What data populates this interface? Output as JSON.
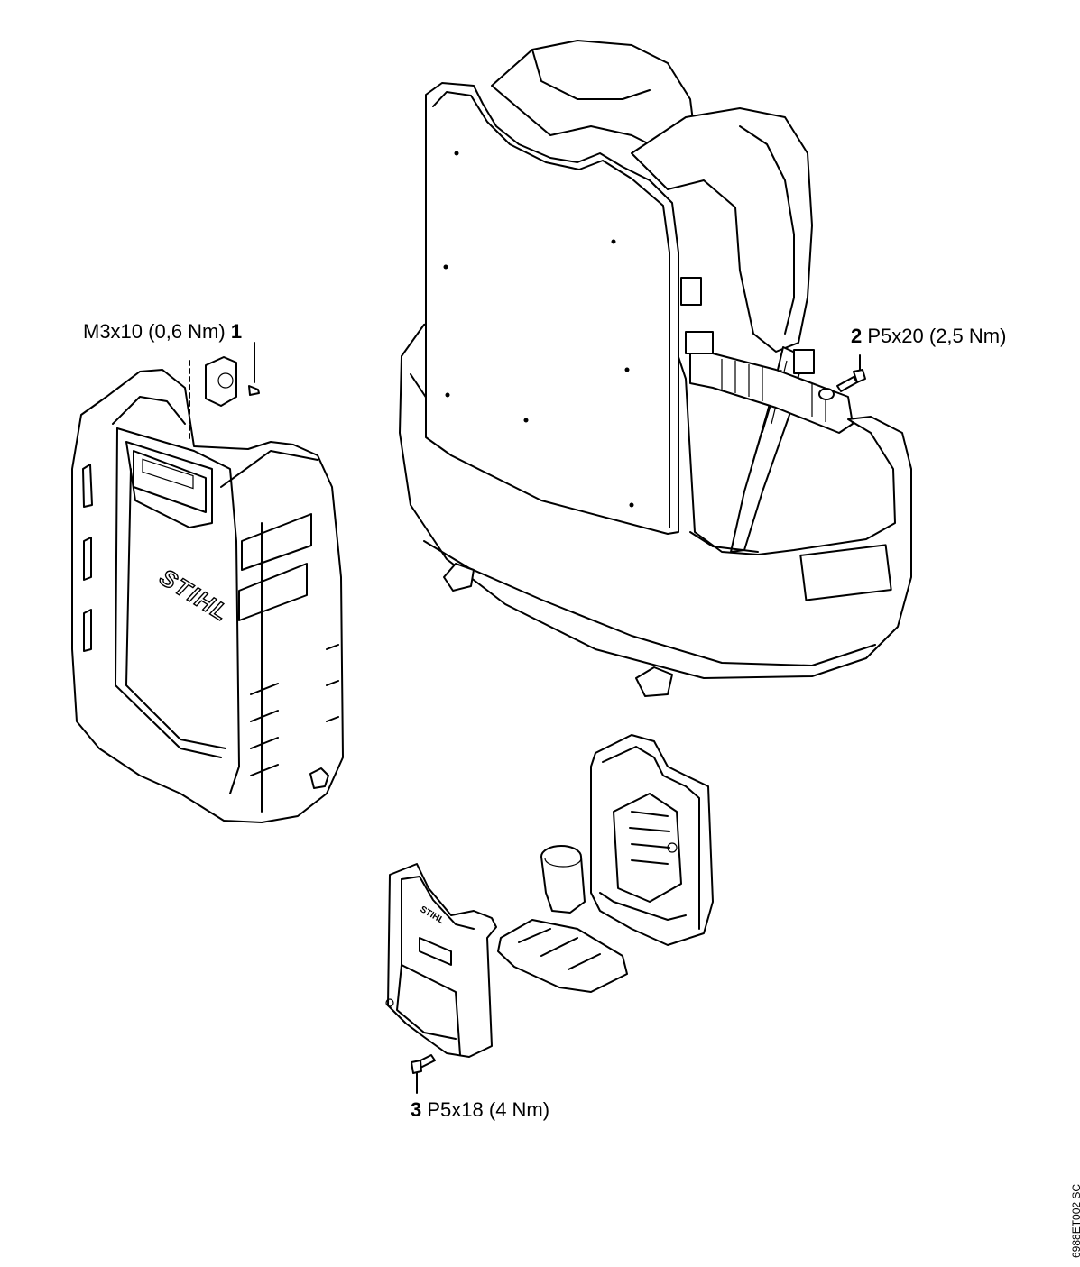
{
  "callouts": [
    {
      "num": "1",
      "spec": "M3x10 (0,6 Nm)"
    },
    {
      "num": "2",
      "spec": "P5x20 (2,5 Nm)"
    },
    {
      "num": "3",
      "spec": "P5x18 (4 Nm)"
    }
  ],
  "battery_logo": "STIHL",
  "figure_code": "6988ET002 SC",
  "icons": [
    "screw-icon",
    "washer-icon",
    "connector-icon"
  ]
}
